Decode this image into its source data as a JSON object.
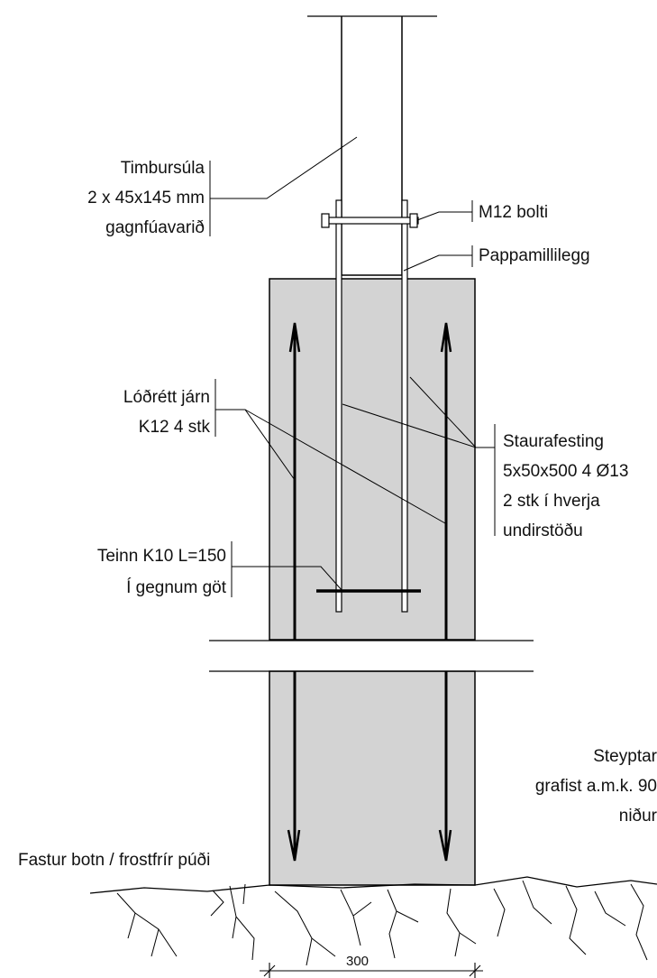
{
  "labels": {
    "post": [
      "Timbursúla",
      "2 x 45x145 mm",
      "gagnfúavarið"
    ],
    "bolt": "M12 bolti",
    "paper": "Pappamillilegg",
    "rebar": [
      "Lóðrétt járn",
      "K12 4 stk"
    ],
    "bracket": [
      "Staurafesting",
      "5x50x500  4 Ø13",
      "2 stk í hverja",
      "undirstöðu"
    ],
    "pin": [
      "Teinn K10 L=150",
      "Í gegnum göt"
    ],
    "embed": [
      "Steyptar",
      "grafist a.m.k. 90",
      "niður"
    ],
    "base": "Fastur botn / frostfrír púði"
  },
  "dimensions": {
    "width": "300"
  },
  "colors": {
    "concrete": "#d3d3d3",
    "line": "#000000"
  }
}
